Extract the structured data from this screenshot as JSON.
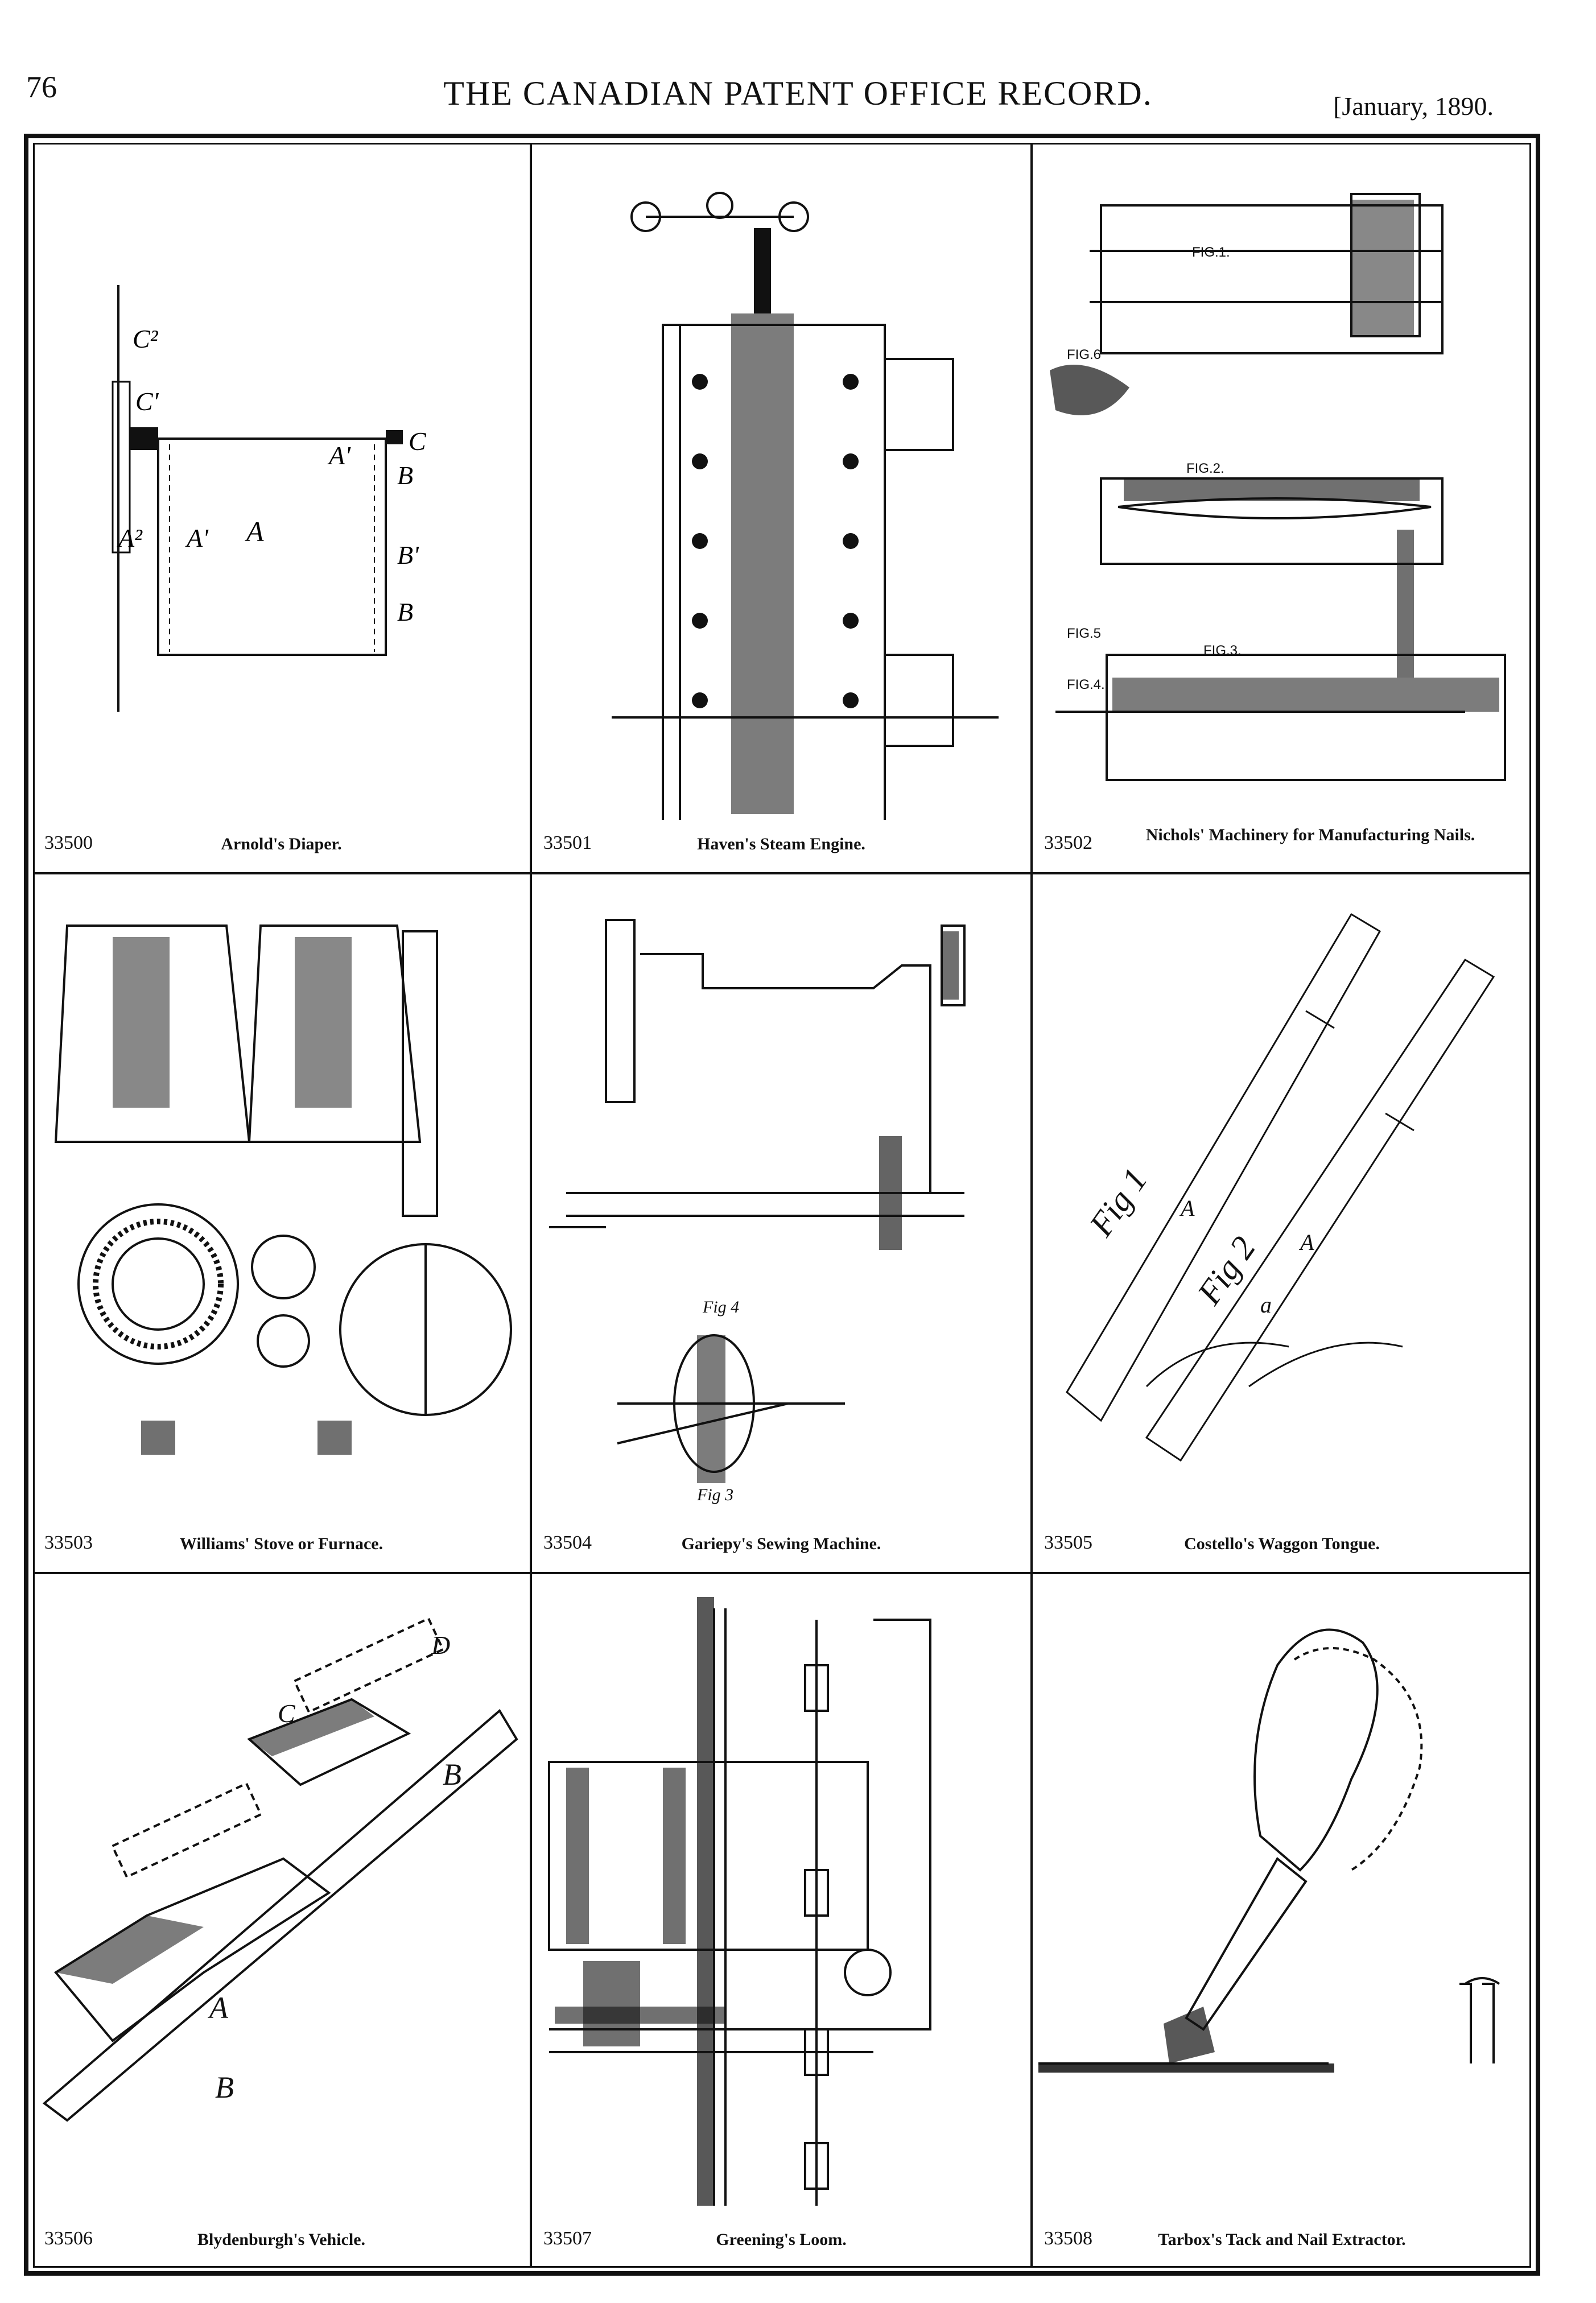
{
  "header": {
    "page_number": "76",
    "title": "THE CANADIAN PATENT OFFICE RECORD.",
    "date": "[January, 1890."
  },
  "patents": [
    {
      "number": "33500",
      "title": "Arnold's Diaper."
    },
    {
      "number": "33501",
      "title": "Haven's Steam Engine."
    },
    {
      "number": "33502",
      "title": "Nichols' Machinery for Manufacturing Nails."
    },
    {
      "number": "33503",
      "title": "Williams' Stove or Furnace."
    },
    {
      "number": "33504",
      "title": "Gariepy's Sewing Machine."
    },
    {
      "number": "33505",
      "title": "Costello's Waggon Tongue."
    },
    {
      "number": "33506",
      "title": "Blydenburgh's Vehicle."
    },
    {
      "number": "33507",
      "title": "Greening's Loom."
    },
    {
      "number": "33508",
      "title": "Tarbox's Tack and Nail Extractor."
    }
  ]
}
